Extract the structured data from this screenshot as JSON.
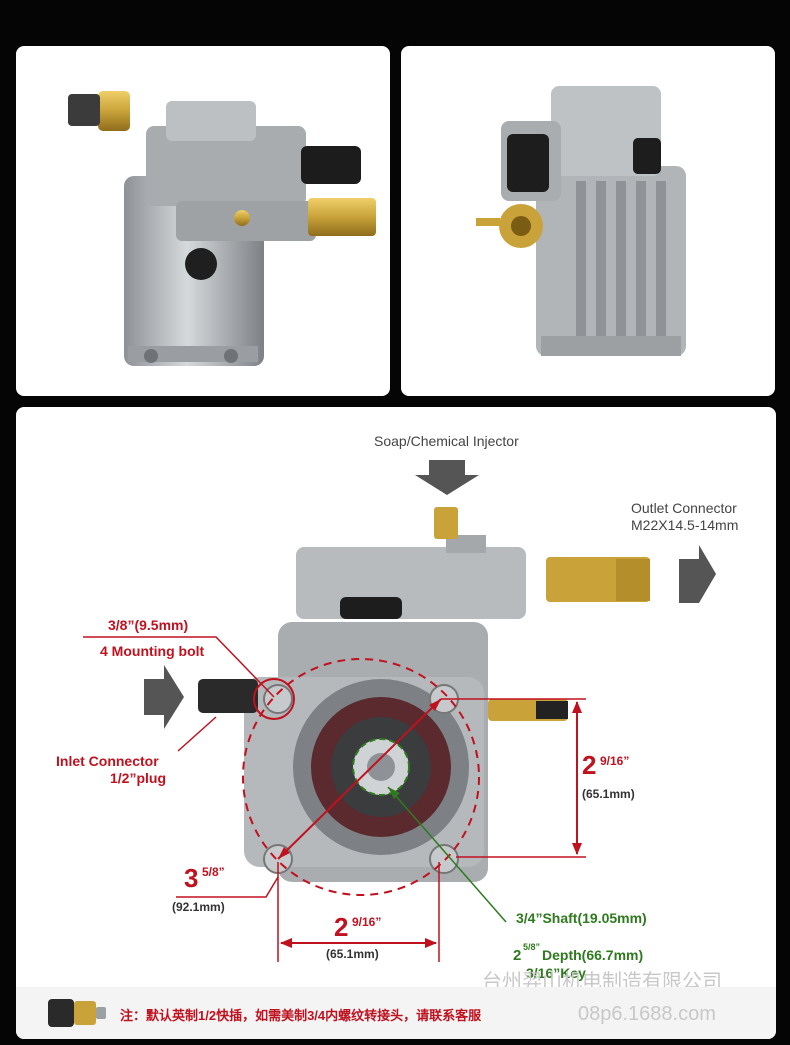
{
  "diagram": {
    "soap_injector": "Soap/Chemical Injector",
    "outlet_title": "Outlet Connector",
    "outlet_size": "M22X14.5-14mm",
    "bolt_size": "3/8”(9.5mm)",
    "bolt_label": "4 Mounting bolt",
    "inlet_title": "Inlet Connector",
    "inlet_size": "1/2”plug",
    "height_whole": "2",
    "height_frac": "9/16”",
    "height_mm": "(65.1mm)",
    "diag_whole": "3",
    "diag_frac": "5/8”",
    "diag_mm": "(92.1mm)",
    "width_whole": "2",
    "width_frac": "9/16”",
    "width_mm": "(65.1mm)",
    "shaft": "3/4”Shaft(19.05mm)",
    "depth_whole": "2",
    "depth_frac": "5/8”",
    "depth_label": "Depth(66.7mm)",
    "key_label": "3/16”Key"
  },
  "note": "注：默认英制1/2快插，如需美制3/4内螺纹转接头，请联系客服",
  "watermark_company": "台州羿山机电制造有限公司",
  "watermark_url": "08p6.1688.com",
  "colors": {
    "red": "#c0111f",
    "green": "#2f7a1e",
    "brass": "#c9a23a",
    "aluminum": "#b9bdc0"
  }
}
